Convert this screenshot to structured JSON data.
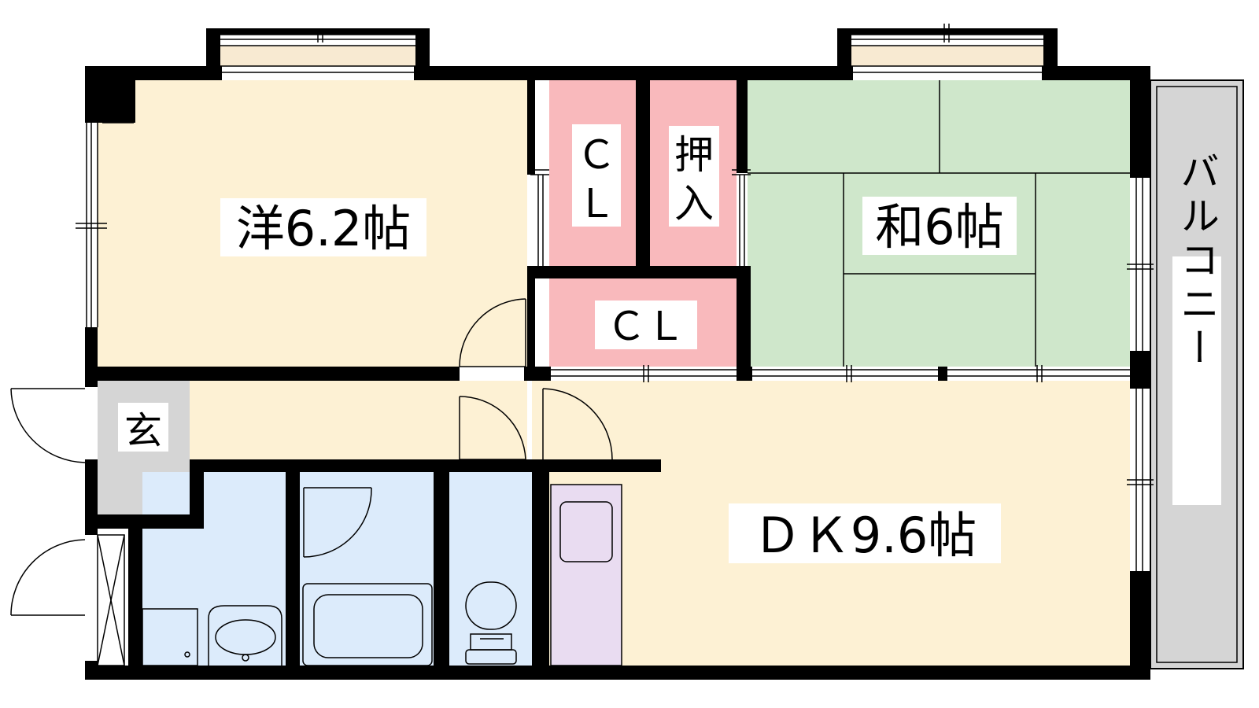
{
  "rooms": {
    "western": {
      "label": "洋6.2帖",
      "type": "western-room",
      "size_jo": 6.2
    },
    "japanese": {
      "label": "和6帖",
      "type": "japanese-room",
      "size_jo": 6
    },
    "dk": {
      "label": "ＤＫ9.6帖",
      "type": "dining-kitchen",
      "size_jo": 9.6
    },
    "entrance": {
      "label": "玄"
    },
    "balcony": {
      "label": "バルコニー"
    }
  },
  "storage": {
    "closet_top": {
      "label_line1": "Ｃ",
      "label_line2": "Ｌ"
    },
    "oshiire": {
      "label_line1": "押",
      "label_line2": "入"
    },
    "closet_middle": {
      "label": "ＣＬ"
    }
  },
  "colors": {
    "wall": "#000000",
    "room_floor": "#fdf1d4",
    "tatami": "#cfe7cb",
    "closet": "#f9b9bc",
    "wet_area": "#dcebfb",
    "kitchen_counter": "#e9dcf1",
    "entrance_floor": "#d5d5d5",
    "balcony": "#d5d5d5",
    "window_sill": "#f8ead2"
  }
}
